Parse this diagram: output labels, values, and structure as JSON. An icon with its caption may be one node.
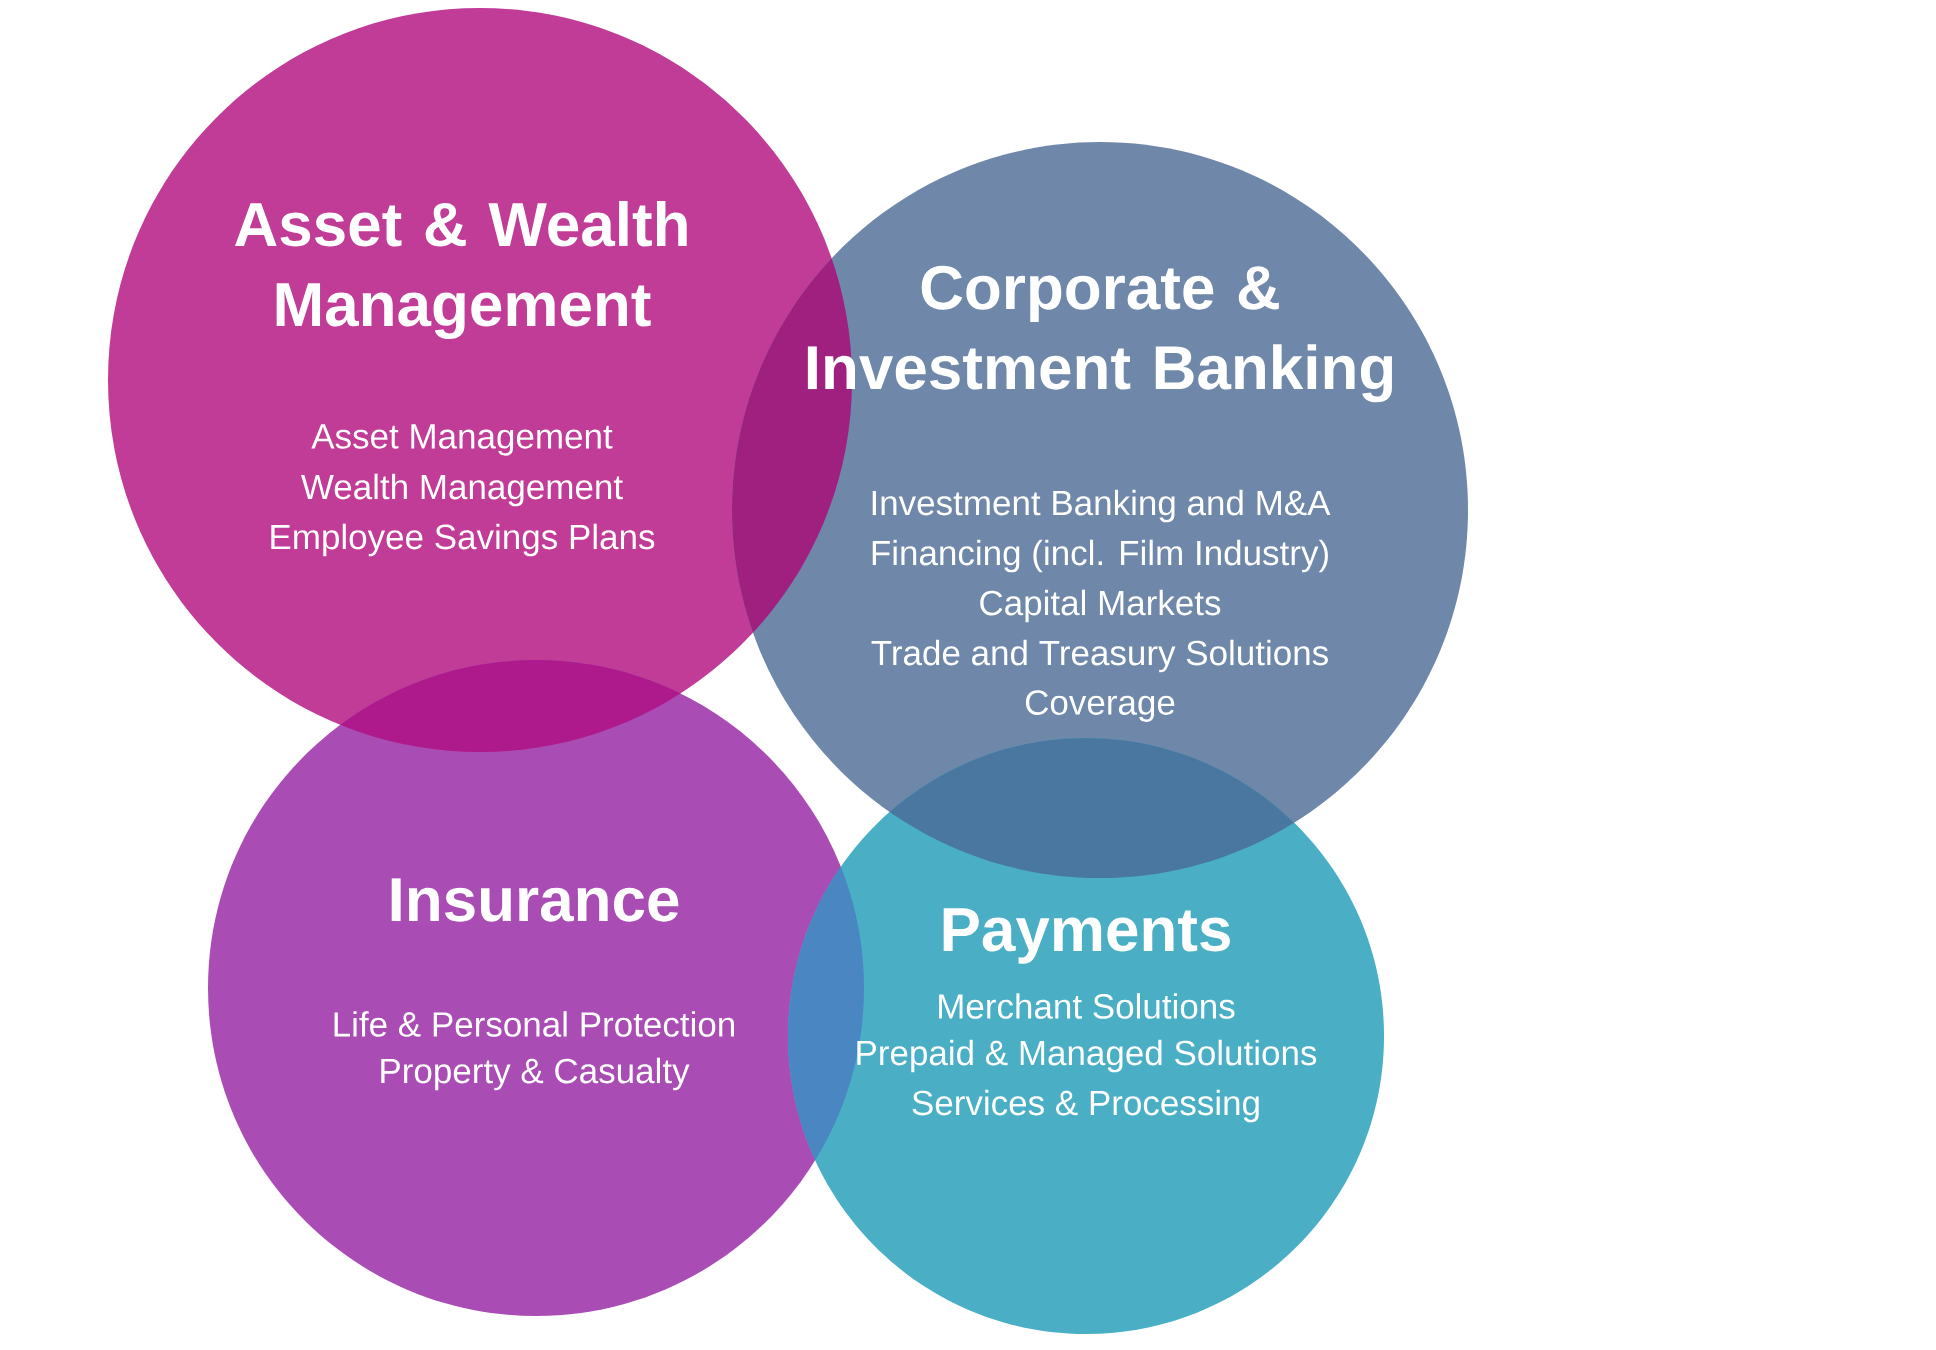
{
  "diagram": {
    "nodes": [
      {
        "text": [
          "Asset & Wealth Management",
          "Asset Management",
          "Wealth Management",
          "Employee Savings Plans"
        ]
      },
      {
        "text": [
          "Corporate & Investment Banking",
          "Investment Banking and M&A",
          "Financing (incl. Film Industry)",
          "Capital Markets",
          "Trade and Treasury Solutions",
          "Coverage"
        ]
      },
      {
        "text": [
          "Insurance",
          "Life & Personal Protection",
          "Property & Casualty"
        ]
      },
      {
        "text": [
          "Payments",
          "Merchant Solutions",
          "Prepaid & Managed Solutions",
          "Services & Processing"
        ]
      }
    ]
  }
}
